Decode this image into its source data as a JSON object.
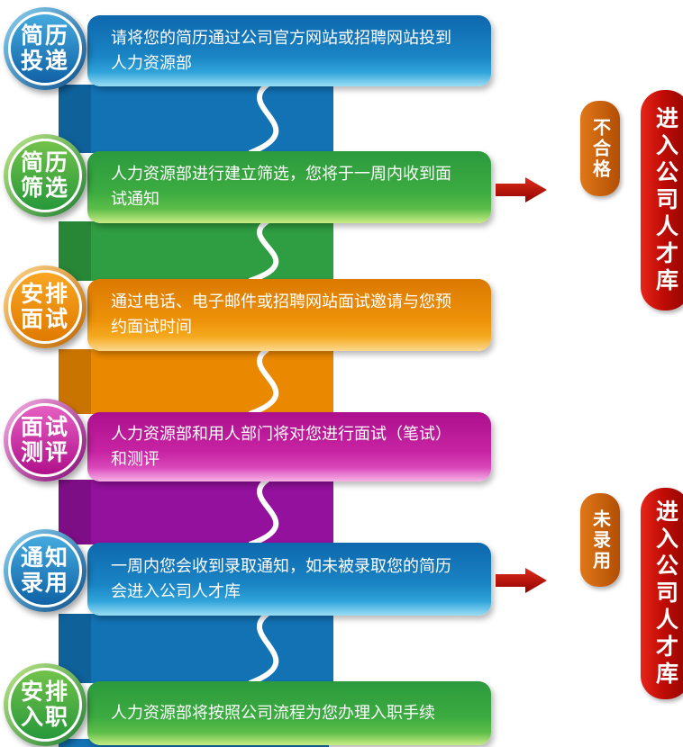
{
  "steps": [
    {
      "badge": [
        "简历",
        "投递"
      ],
      "color": "blue",
      "text": "请将您的简历通过公司官方网站或招聘网站投到人力资源部"
    },
    {
      "badge": [
        "简历",
        "筛选"
      ],
      "color": "green",
      "text": "人力资源部进行建立筛选，您将于一周内收到面试通知"
    },
    {
      "badge": [
        "安排",
        "面试"
      ],
      "color": "orange",
      "text": "通过电话、电子邮件或招聘网站面试邀请与您预约面试时间"
    },
    {
      "badge": [
        "面试",
        "测评"
      ],
      "color": "pink",
      "text": "人力资源部和用人部门将对您进行面试（笔试）和测评"
    },
    {
      "badge": [
        "通知",
        "录用"
      ],
      "color": "blue",
      "text": "一周内您会收到录取通知，如未被录取您的简历会进入公司人才库"
    },
    {
      "badge": [
        "安排",
        "入职"
      ],
      "color": "green",
      "text": "人力资源部将按照公司流程为您办理入职手续"
    }
  ],
  "branches": [
    {
      "condition": "不合格",
      "result": "进入公司人才库"
    },
    {
      "condition": "未录用",
      "result": "进入公司人才库"
    }
  ],
  "colors": {
    "blue": "#1272b4",
    "green": "#2f9d41",
    "orange": "#ea8800",
    "pink": "#b0108a",
    "purple": "#93119c",
    "ribbon_red": "#c00c06",
    "ribbon_orange": "#cc6810",
    "arrow_red": "#c40d04"
  }
}
